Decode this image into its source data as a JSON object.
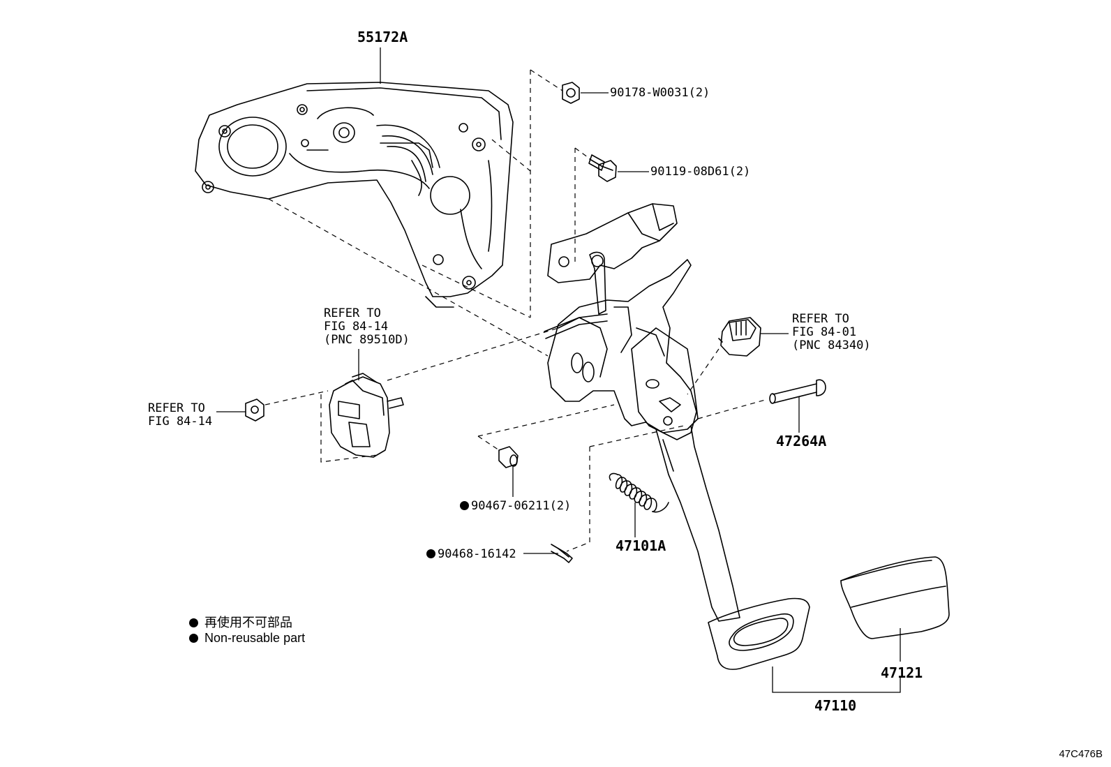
{
  "diagram": {
    "drawing_code": "47C476B",
    "parts": [
      {
        "id": "bracket",
        "label": "55172A"
      },
      {
        "id": "nut",
        "label": "90178-W0031(2)"
      },
      {
        "id": "bolt",
        "label": "90119-08D61(2)"
      },
      {
        "id": "refer_stop_lamp",
        "label": "REFER TO\nFIG 84-01\n(PNC 84340)"
      },
      {
        "id": "refer_sensor",
        "label": "REFER TO\nFIG 84-14\n(PNC 89510D)"
      },
      {
        "id": "refer_nut",
        "label": "REFER TO\nFIG 84-14"
      },
      {
        "id": "pin",
        "label": "47264A"
      },
      {
        "id": "bushing",
        "label": "90467-06211(2)",
        "non_reusable": true
      },
      {
        "id": "spring",
        "label": "47101A"
      },
      {
        "id": "clip",
        "label": "90468-16142",
        "non_reusable": true
      },
      {
        "id": "pad",
        "label": "47121"
      },
      {
        "id": "pedal",
        "label": "47110"
      }
    ],
    "legend": [
      {
        "text": "再使用不可部品"
      },
      {
        "text": "Non-reusable part"
      }
    ]
  }
}
